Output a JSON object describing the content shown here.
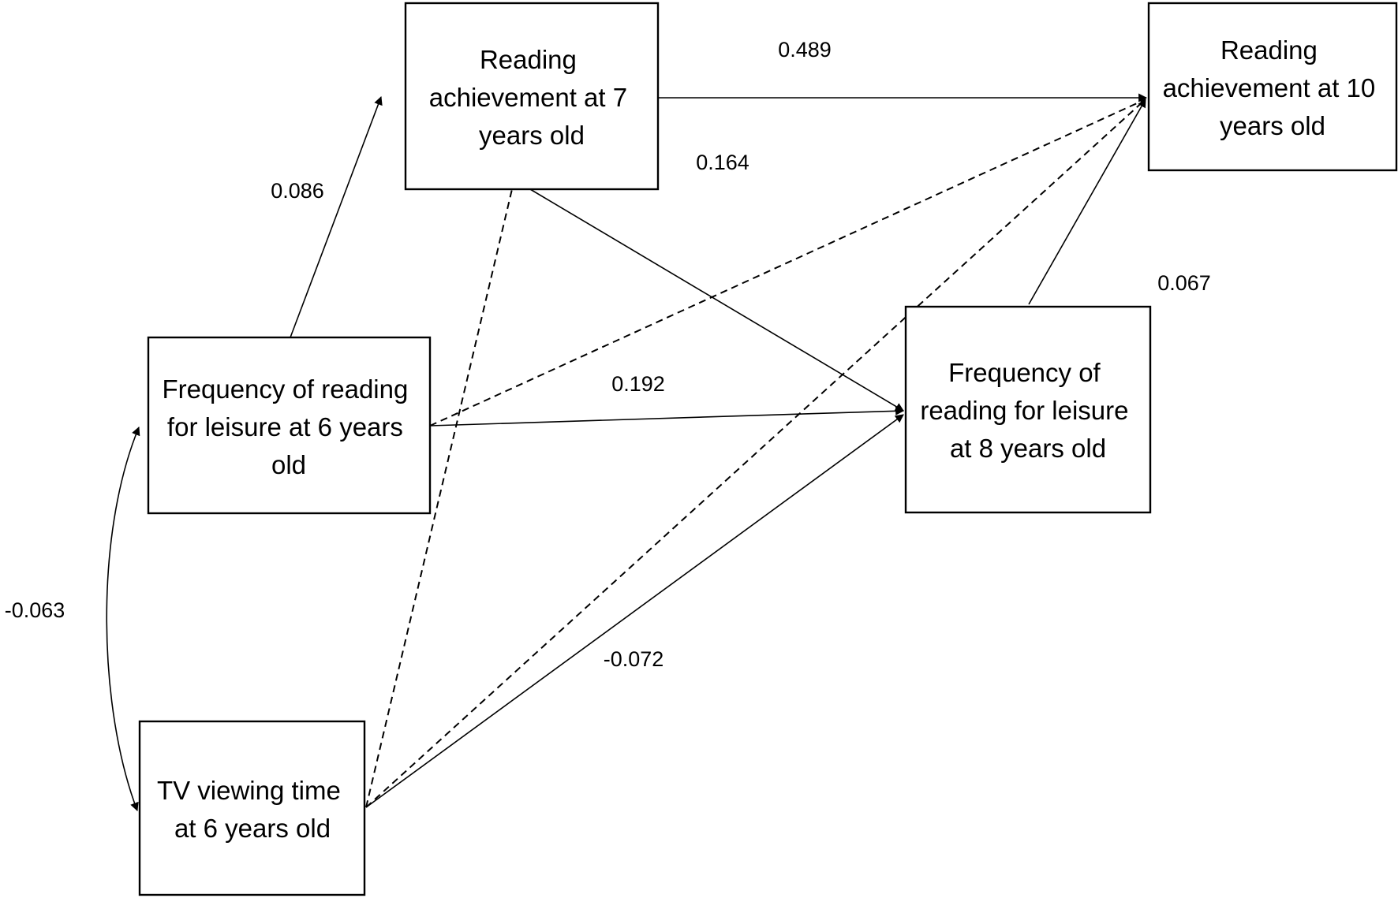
{
  "nodes": {
    "ra7": {
      "lines": [
        "Reading",
        "achievement at 7",
        "years old"
      ]
    },
    "ra10": {
      "lines": [
        "Reading",
        "achievement at 10",
        "years old"
      ]
    },
    "fr6": {
      "lines": [
        "Frequency of reading",
        "for leisure at 6 years",
        "old"
      ]
    },
    "fr8": {
      "lines": [
        "Frequency of",
        "reading for leisure",
        "at 8 years old"
      ]
    },
    "tv6": {
      "lines": [
        "TV viewing time",
        "at 6 years old"
      ]
    }
  },
  "paths": [
    {
      "from": "fr6",
      "to": "ra7",
      "style": "solid",
      "coefficient": "0.086"
    },
    {
      "from": "ra7",
      "to": "ra10",
      "style": "solid",
      "coefficient": "0.489"
    },
    {
      "from": "ra7",
      "to": "fr8",
      "style": "solid",
      "coefficient": "0.164"
    },
    {
      "from": "fr8",
      "to": "ra10",
      "style": "solid",
      "coefficient": "0.067"
    },
    {
      "from": "fr6",
      "to": "fr8",
      "style": "solid",
      "coefficient": "0.192"
    },
    {
      "from": "tv6",
      "to": "fr8",
      "style": "solid",
      "coefficient": "-0.072"
    },
    {
      "from": "fr6",
      "to": "ra10",
      "style": "dashed",
      "coefficient": ""
    },
    {
      "from": "tv6",
      "to": "ra7",
      "style": "dashed",
      "coefficient": ""
    },
    {
      "from": "tv6",
      "to": "ra10",
      "style": "dashed",
      "coefficient": ""
    }
  ],
  "covariance": {
    "between": [
      "fr6",
      "tv6"
    ],
    "coefficient": "-0.063"
  },
  "colors": {
    "stroke": "#000000",
    "background": "#ffffff"
  }
}
